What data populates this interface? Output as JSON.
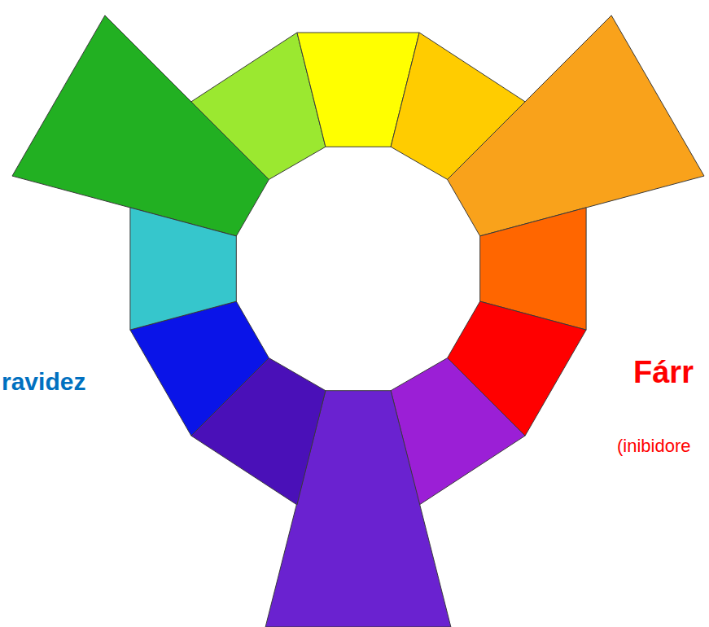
{
  "diagram": {
    "labels": [
      "ravidez",
      "Fárr",
      "(inibidore"
    ]
  }
}
